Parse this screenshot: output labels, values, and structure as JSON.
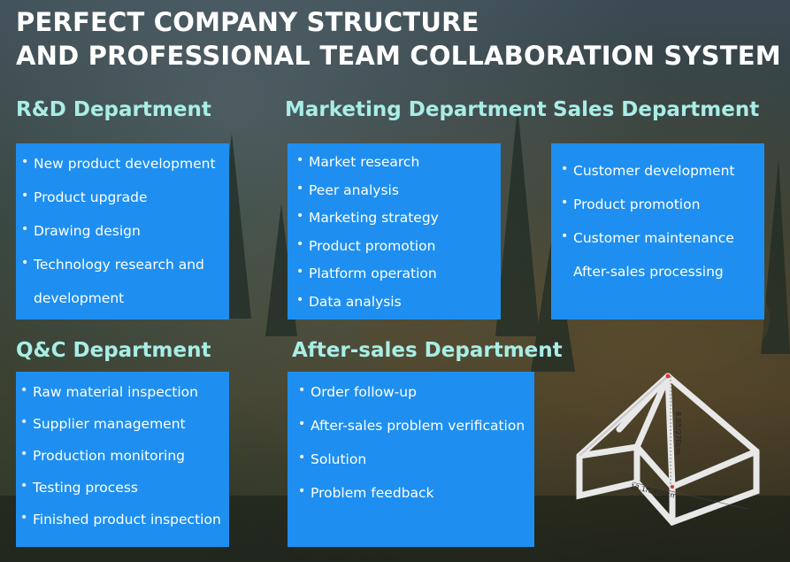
{
  "title_line1": "PERFECT COMPANY STRUCTURE",
  "title_line2": "AND PROFESSIONAL TEAM COLLABORATION SYSTEM",
  "departments": {
    "rd": {
      "heading": "R&D Department",
      "items": [
        "New product development",
        "Product upgrade",
        "Drawing design",
        "Technology research and",
        "development"
      ]
    },
    "marketing": {
      "heading": "Marketing Department",
      "items": [
        "Market research",
        "Peer analysis",
        "Marketing strategy",
        "Product promotion",
        "Platform operation",
        "Data analysis"
      ]
    },
    "sales": {
      "heading": "Sales Department",
      "items": [
        "Customer development",
        "Product promotion",
        "Customer maintenance",
        "After-sales processing"
      ]
    },
    "qc": {
      "heading": "Q&C Department",
      "items": [
        "Raw material inspection",
        "Supplier management",
        "Production monitoring",
        "Testing process",
        "Finished product inspection"
      ]
    },
    "aftersales": {
      "heading": "After-sales  Department",
      "items": [
        "Order follow-up",
        "After-sales problem verification",
        "Solution",
        "Problem feedback"
      ]
    }
  },
  "frame_image": {
    "height_label": "8.8ft/270cm",
    "width_label": "13.1ft/400cm"
  },
  "colors": {
    "box_blue": "#1e8ff0",
    "heading_teal": "#a8eee6",
    "title_white": "#ffffff"
  }
}
